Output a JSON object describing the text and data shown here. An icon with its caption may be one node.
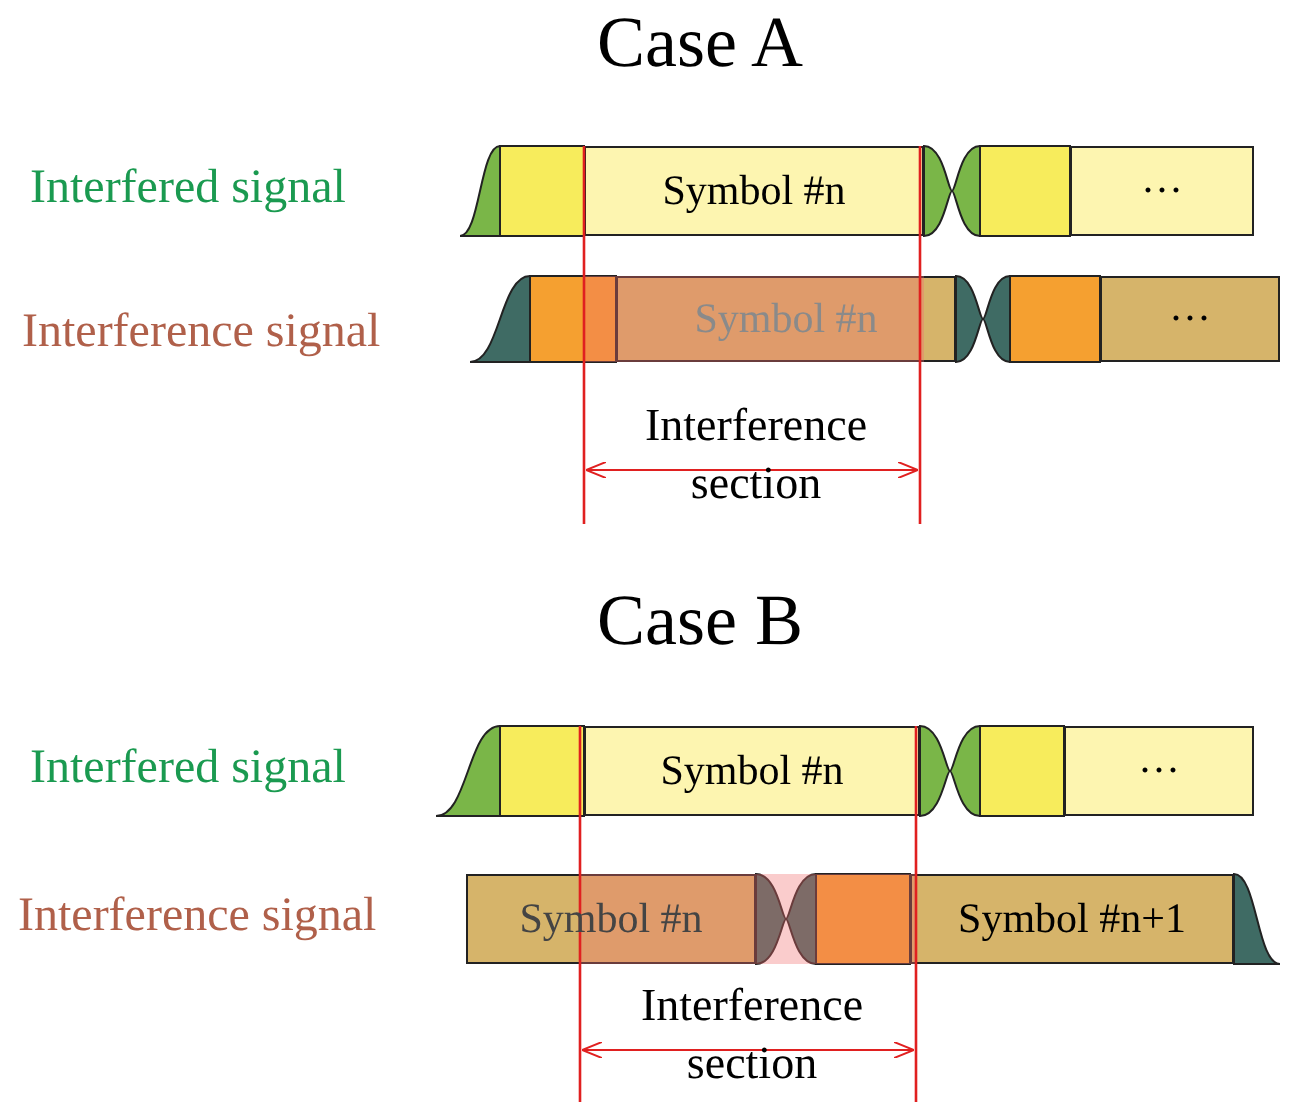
{
  "diagram": {
    "nodes": [
      {
        "text": [
          "Symbol #n"
        ]
      },
      {
        "text": [
          "···"
        ]
      },
      {
        "text": [
          "Symbol #n"
        ]
      },
      {
        "text": [
          "···"
        ]
      },
      {
        "text": [
          "Symbol #n"
        ]
      },
      {
        "text": [
          "···"
        ]
      },
      {
        "text": [
          "Symbol #n"
        ]
      },
      {
        "text": [
          "Symbol #n+1"
        ]
      }
    ],
    "labels": [
      "Case A",
      "Interfered signal",
      "Interference signal",
      "Interference section",
      "Case B",
      "Interfered signal",
      "Interference signal",
      "Interference section"
    ]
  }
}
